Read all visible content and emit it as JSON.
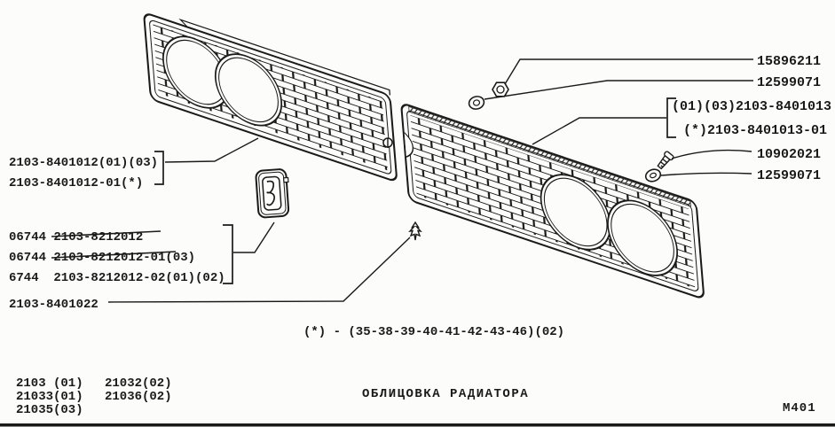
{
  "title": "ОБЛИЦОВКА РАДИАТОРА",
  "page_code": "M401",
  "footnote": "(*) - (35-38-39-40-41-42-43-46)(02)",
  "callouts": {
    "nut": "15896211",
    "washer_upper": "12599071",
    "right_grille_a": "(01)(03)2103-8401013",
    "right_grille_b": "(*)2103-8401013-01",
    "screw": "10902021",
    "washer_lower": "12599071",
    "left_grille_a": "2103-8401012(01)(03)",
    "left_grille_b": "2103-8401012-01(*)",
    "emblem_a": "06744 2103-8212012",
    "emblem_b": "06744 2103-8212012-01(03)",
    "emblem_c": "6744  2103-8212012-02(01)(02)",
    "clip": "2103-8401022"
  },
  "models": {
    "col1": [
      "2103 (01)",
      "21033(01)",
      "21035(03)"
    ],
    "col2": [
      "21032(02)",
      "21036(02)"
    ]
  }
}
